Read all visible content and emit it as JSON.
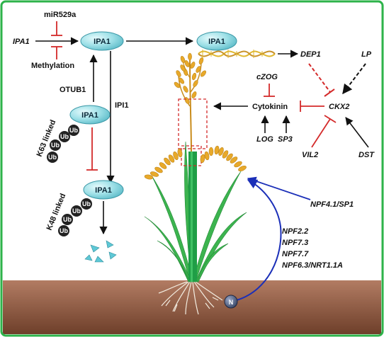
{
  "colors": {
    "frame": "#2db34a",
    "soil_top": "#a0705a",
    "soil_bottom": "#6e3f2a",
    "node": "#7fd3dd",
    "black_arrow": "#111111",
    "red_inhibit": "#d42a2a",
    "blue_arrow": "#1b2fb8",
    "grain": "#e8a92a",
    "stem": "#2ea84a"
  },
  "left_pathway": {
    "ipa1_gene": "IPA1",
    "mir529a": "miR529a",
    "methylation": "Methylation",
    "ipa1_top": "IPA1",
    "otub1": "OTUB1",
    "ipa1_mid": "IPA1",
    "k63": "K63 linked",
    "ipi1": "IPI1",
    "ipa1_bottom": "IPA1",
    "k48": "K48 linked",
    "ub": "Ub"
  },
  "right_pathway": {
    "ipa1_dna": "IPA1",
    "dep1": "DEP1",
    "lp": "LP",
    "czog": "cZOG",
    "cytokinin": "Cytokinin",
    "ckx2": "CKX2",
    "log": "LOG",
    "sp3": "SP3",
    "vil2": "VIL2",
    "dst": "DST"
  },
  "nitrogen": {
    "npf41": "NPF4.1/SP1",
    "npf22": "NPF2.2",
    "npf73": "NPF7.3",
    "npf77": "NPF7.7",
    "npf63": "NPF6.3/NRT1.1A",
    "n": "N"
  }
}
